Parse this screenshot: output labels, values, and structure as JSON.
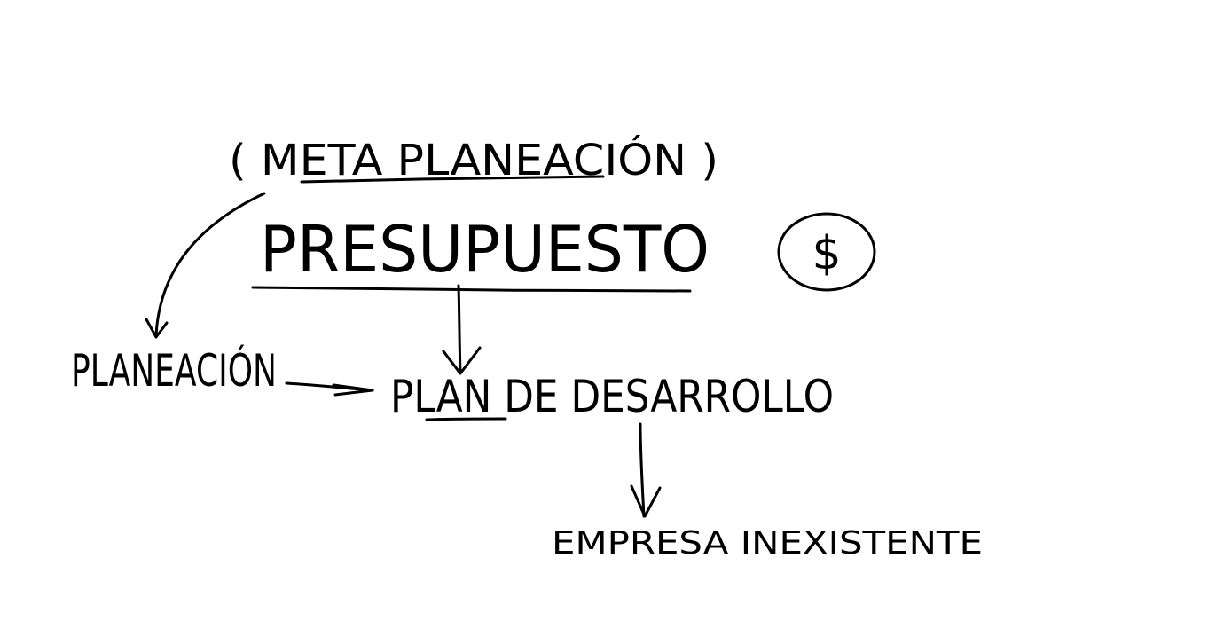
{
  "diagram": {
    "nodes": {
      "meta_planeacion": "( META PLANEACIÓN )",
      "presupuesto": "PRESUPUESTO",
      "money_symbol": "$",
      "planeacion": "PLANEACIÓN",
      "plan_de_desarrollo": "PLAN DE DESARROLLO",
      "empresa_inexistente": "EMPRESA INEXISTENTE"
    },
    "edges": [
      {
        "from": "meta_planeacion",
        "to": "planeacion"
      },
      {
        "from": "presupuesto",
        "to": "plan_de_desarrollo"
      },
      {
        "from": "planeacion",
        "to": "plan_de_desarrollo"
      },
      {
        "from": "plan_de_desarrollo",
        "to": "empresa_inexistente"
      }
    ],
    "colors": {
      "ink": "#000000",
      "background": "#ffffff"
    }
  }
}
